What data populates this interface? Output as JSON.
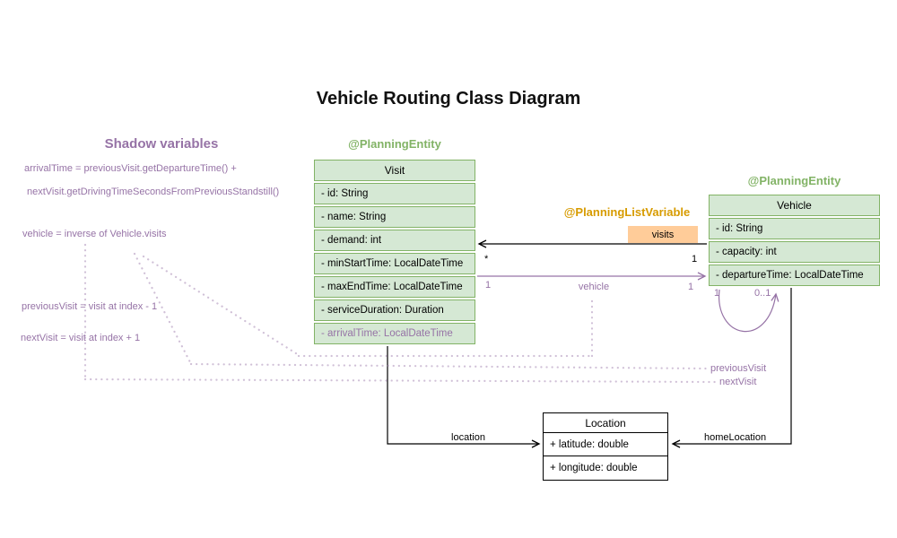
{
  "title": "Vehicle Routing Class Diagram",
  "shadow_panel": {
    "heading": "Shadow variables",
    "lines": [
      "arrivalTime = previousVisit.getDepartureTime() +",
      "nextVisit.getDrivingTimeSecondsFromPreviousStandstill()",
      "vehicle = inverse of Vehicle.visits",
      "previousVisit = visit at index - 1",
      "nextVisit = visit at index + 1"
    ]
  },
  "visit_class": {
    "annotation": "@PlanningEntity",
    "name": "Visit",
    "fields": [
      "- id: String",
      "- name: String",
      "- demand: int",
      "- minStartTime: LocalDateTime",
      "- maxEndTime: LocalDateTime",
      "- serviceDuration: Duration",
      "- arrivalTime: LocalDateTime"
    ]
  },
  "vehicle_class": {
    "annotation": "@PlanningEntity",
    "name": "Vehicle",
    "fields": [
      "- id: String",
      "- capacity: int",
      "- departureTime: LocalDateTime"
    ]
  },
  "location_class": {
    "name": "Location",
    "fields": [
      "+ latitude: double",
      "+ longitude: double"
    ]
  },
  "list_variable_annotation": "@PlanningListVariable",
  "edges": {
    "visits": {
      "label": "visits",
      "mult_visit_end": "*",
      "mult_vehicle_end": "1"
    },
    "vehicle": {
      "label": "vehicle",
      "mult_left": "1",
      "mult_right": "1"
    },
    "self_loop": {
      "mult_source": "1",
      "mult_target": "0..1",
      "label_previous": "previousVisit",
      "label_next": "nextVisit"
    },
    "location": {
      "label": "location"
    },
    "home_location": {
      "label": "homeLocation"
    }
  },
  "colors": {
    "entity_fill": "#d5e8d4",
    "entity_stroke": "#82b366",
    "entity_annotation_text": "#82b366",
    "shadow_purple": "#9673a6",
    "list_variable_text": "#d79b00",
    "list_variable_fill": "#ffcc99",
    "line_black": "#000000"
  }
}
